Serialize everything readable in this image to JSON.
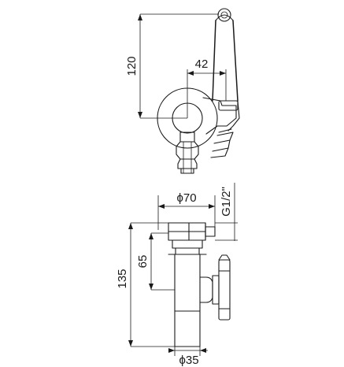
{
  "dimensions": {
    "height_top": "120",
    "offset_top": "42",
    "diameter_flange": "ϕ70",
    "thread": "G1/2\"",
    "height_mid": "65",
    "height_total": "135",
    "diameter_bottom": "ϕ35"
  }
}
